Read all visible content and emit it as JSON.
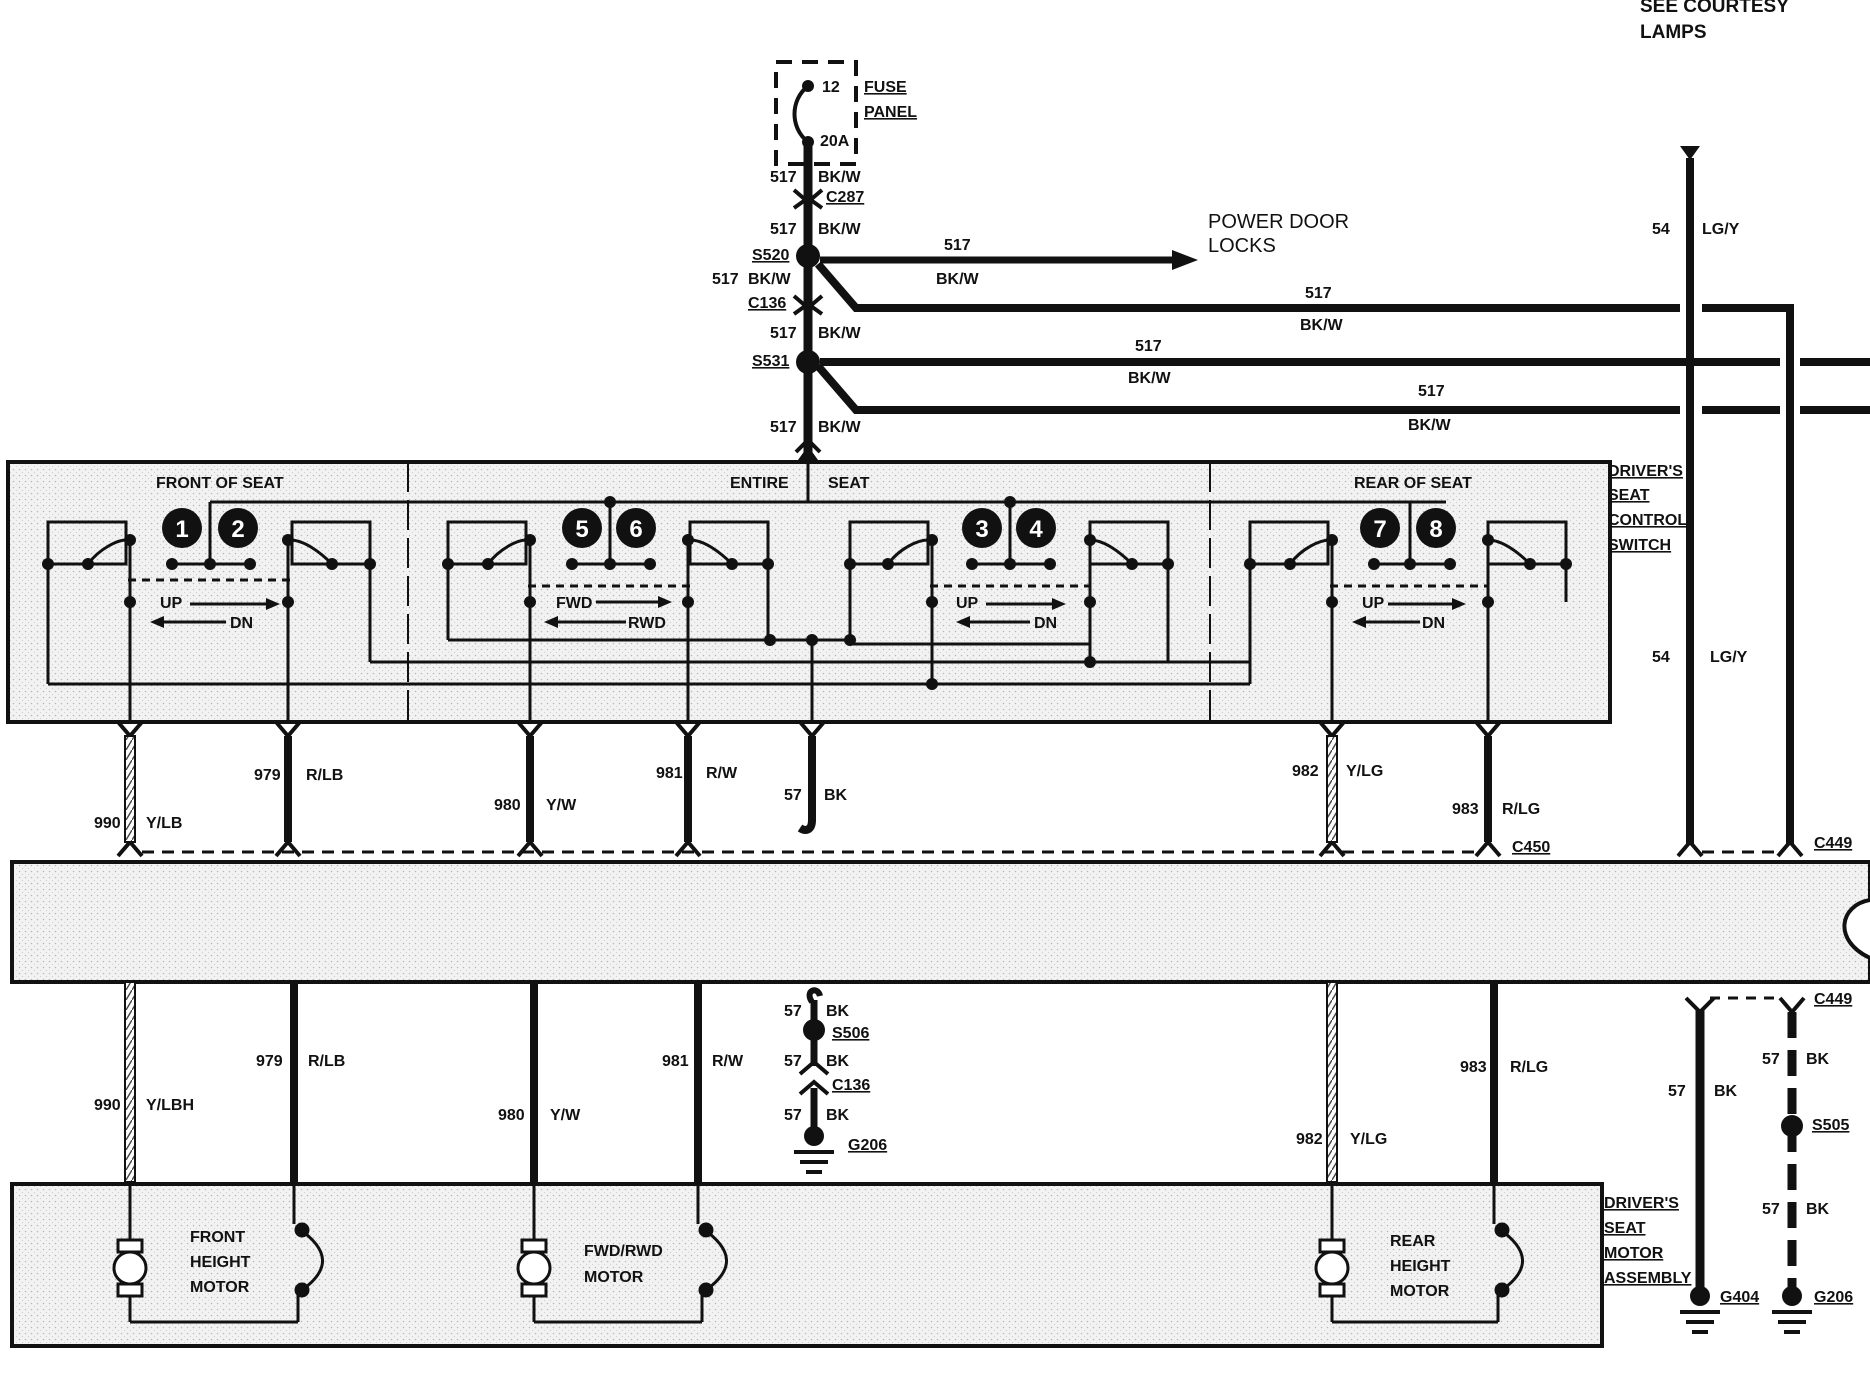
{
  "fuse": {
    "number": "12",
    "rating": "20A",
    "label_line1": "FUSE",
    "label_line2": "PANEL"
  },
  "courtesy": {
    "line1": "SEE COURTESY",
    "line2": "LAMPS"
  },
  "power_door_locks": {
    "line1": "POWER DOOR",
    "line2": "LOCKS"
  },
  "circuits": {
    "c517": "517",
    "bkw": "BK/W",
    "c54": "54",
    "lgy": "LG/Y",
    "c57": "57",
    "bk": "BK",
    "c979": "979",
    "rlb": "R/LB",
    "c990": "990",
    "ylb": "Y/LB",
    "ylbh": "Y/LBH",
    "c980": "980",
    "yw": "Y/W",
    "c981": "981",
    "rw": "R/W",
    "c982": "982",
    "ylg": "Y/LG",
    "c983": "983",
    "rlg": "R/LG"
  },
  "connectors": {
    "c287": "C287",
    "s520": "S520",
    "c136": "C136",
    "s531": "S531",
    "c450": "C450",
    "c449": "C449",
    "s506": "S506",
    "g206": "G206",
    "g404": "G404",
    "s505": "S505"
  },
  "switch": {
    "front_of_seat": "FRONT OF SEAT",
    "entire": "ENTIRE",
    "seat": "SEAT",
    "rear_of_seat": "REAR OF SEAT",
    "label_line1": "DRIVER'S",
    "label_line2": "SEAT",
    "label_line3": "CONTROL",
    "label_line4": "SWITCH",
    "up": "UP",
    "dn": "DN",
    "fwd": "FWD",
    "rwd": "RWD",
    "numbers": [
      "1",
      "2",
      "5",
      "6",
      "3",
      "4",
      "7",
      "8"
    ]
  },
  "motors": {
    "front_line1": "FRONT",
    "front_line2": "HEIGHT",
    "front_line3": "MOTOR",
    "fwd_line1": "FWD/RWD",
    "fwd_line2": "MOTOR",
    "rear_line1": "REAR",
    "rear_line2": "HEIGHT",
    "rear_line3": "MOTOR",
    "assembly_line1": "DRIVER'S",
    "assembly_line2": "SEAT",
    "assembly_line3": "MOTOR",
    "assembly_line4": "ASSEMBLY"
  }
}
